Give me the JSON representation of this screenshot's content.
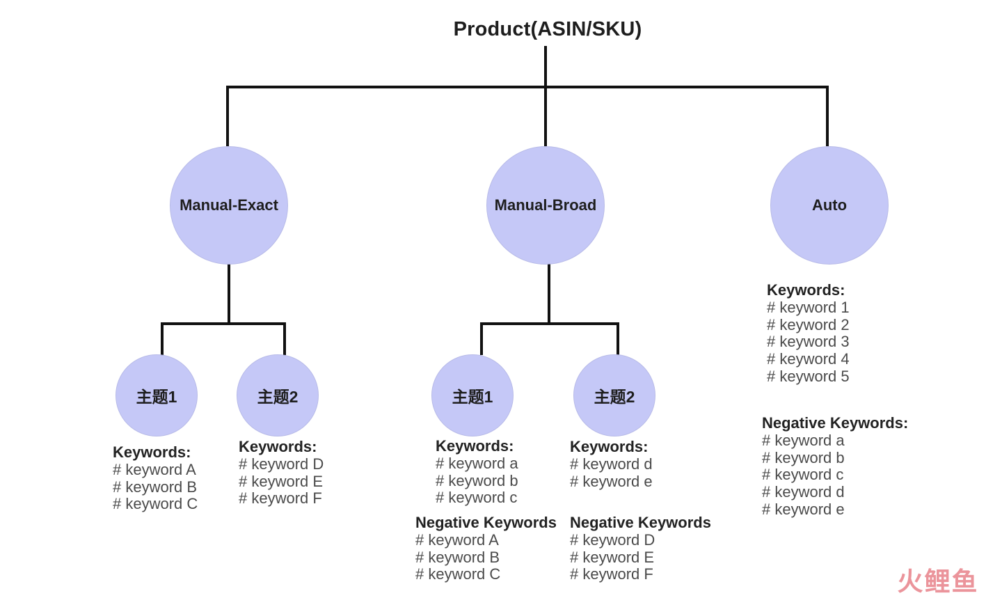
{
  "root": {
    "label": "Product(ASIN/SKU)"
  },
  "branches": {
    "exact": {
      "label": "Manual-Exact"
    },
    "broad": {
      "label": "Manual-Broad"
    },
    "auto": {
      "label": "Auto"
    }
  },
  "exact_groups": [
    {
      "label": "主题1",
      "keywords_title": "Keywords:",
      "keywords": [
        "# keyword A",
        "# keyword B",
        "# keyword C"
      ]
    },
    {
      "label": "主题2",
      "keywords_title": "Keywords:",
      "keywords": [
        "# keyword D",
        "# keyword E",
        "# keyword F"
      ]
    }
  ],
  "broad_groups": [
    {
      "label": "主题1",
      "keywords_title": "Keywords:",
      "keywords": [
        "# keyword a",
        "# keyword b",
        "# keyword c"
      ],
      "negative_title": "Negative Keywords",
      "negative": [
        "# keyword A",
        "# keyword B",
        "# keyword C"
      ]
    },
    {
      "label": "主题2",
      "keywords_title": "Keywords:",
      "keywords": [
        "# keyword d",
        "# keyword e"
      ],
      "negative_title": "Negative Keywords",
      "negative": [
        "# keyword D",
        "# keyword E",
        "# keyword F"
      ]
    }
  ],
  "auto_block": {
    "keywords_title": "Keywords:",
    "keywords": [
      "# keyword 1",
      "# keyword 2",
      "# keyword 3",
      "# keyword 4",
      "# keyword 5"
    ],
    "negative_title": "Negative Keywords:",
    "negative": [
      "# keyword a",
      "# keyword b",
      "# keyword c",
      "# keyword d",
      "# keyword e"
    ]
  },
  "watermark": {
    "text": "火鲤鱼"
  },
  "colors": {
    "node_fill": "#c5c8f7",
    "line": "#111111",
    "text": "#222222",
    "keyword_text": "#4a4a4a",
    "watermark": "#e8828a"
  }
}
